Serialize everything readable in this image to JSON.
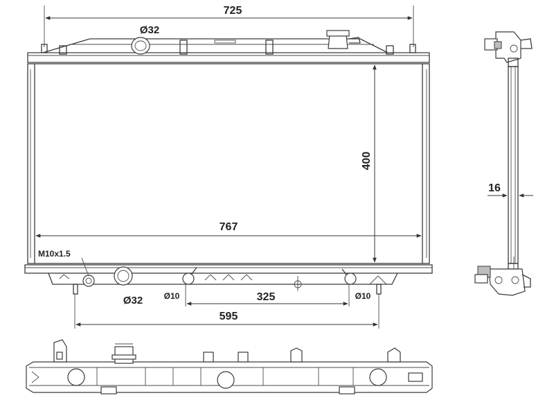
{
  "dimensions": {
    "top_width": "725",
    "core_width": "767",
    "core_height": "400",
    "thickness": "16",
    "outlet_spacing": "325",
    "mount_spacing": "595",
    "top_inlet_diameter": "Ø32",
    "bottom_outlet_diameter": "Ø32",
    "small_outlet_left": "Ø10",
    "small_outlet_right": "Ø10",
    "drain_thread": "M10x1.5"
  }
}
